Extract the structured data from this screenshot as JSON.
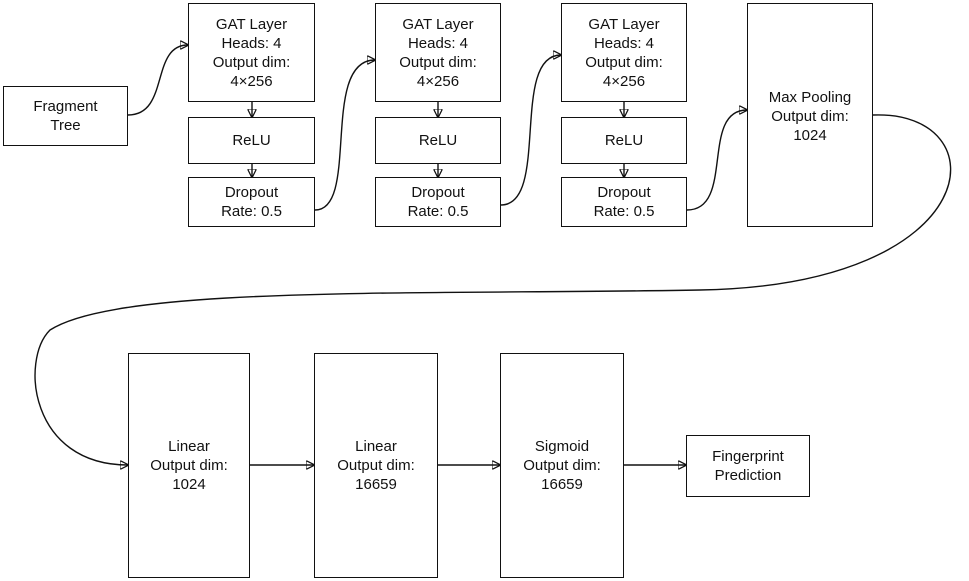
{
  "input": {
    "lines": [
      "Fragment",
      "Tree"
    ]
  },
  "gat_blocks": [
    {
      "gat": [
        "GAT Layer",
        "Heads: 4",
        "Output dim:",
        "4×256"
      ],
      "relu": "ReLU",
      "dropout": [
        "Dropout",
        "Rate: 0.5"
      ]
    },
    {
      "gat": [
        "GAT Layer",
        "Heads: 4",
        "Output dim:",
        "4×256"
      ],
      "relu": "ReLU",
      "dropout": [
        "Dropout",
        "Rate: 0.5"
      ]
    },
    {
      "gat": [
        "GAT Layer",
        "Heads: 4",
        "Output dim:",
        "4×256"
      ],
      "relu": "ReLU",
      "dropout": [
        "Dropout",
        "Rate: 0.5"
      ]
    }
  ],
  "max_pooling": {
    "lines": [
      "Max Pooling",
      "Output dim:",
      "1024"
    ]
  },
  "linear_1": {
    "lines": [
      "Linear",
      "Output dim:",
      "1024"
    ]
  },
  "linear_2": {
    "lines": [
      "Linear",
      "Output dim:",
      "16659"
    ]
  },
  "sigmoid": {
    "lines": [
      "Sigmoid",
      "Output dim:",
      "16659"
    ]
  },
  "output": {
    "lines": [
      "Fingerprint",
      "Prediction"
    ]
  }
}
